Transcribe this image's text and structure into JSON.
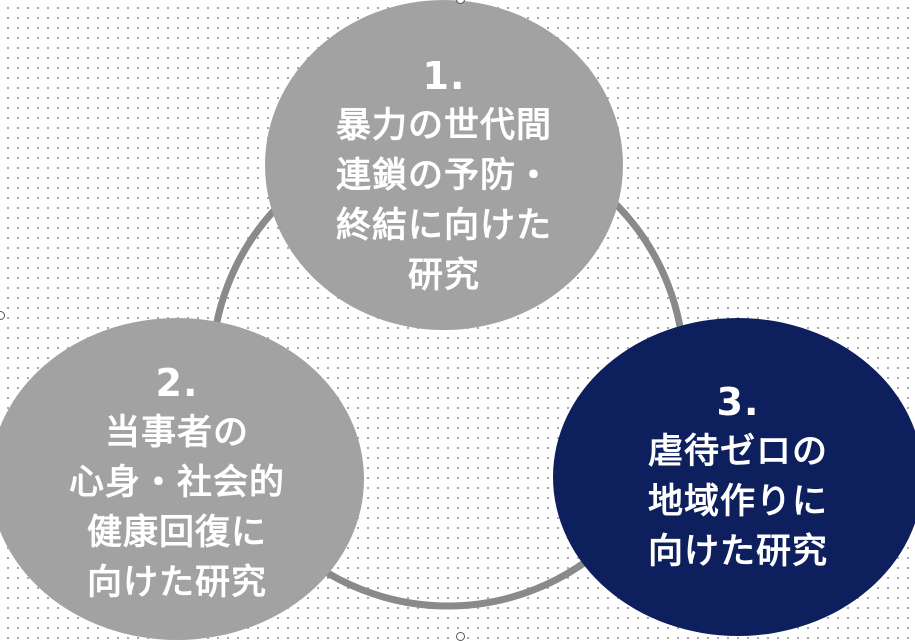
{
  "nodes": [
    {
      "number": "1.",
      "lines": [
        "暴力の世代間",
        "連鎖の予防・",
        "終結に向けた",
        "研究"
      ],
      "color": "#a2a2a2"
    },
    {
      "number": "2.",
      "lines": [
        "当事者の",
        "心身・社会的",
        "健康回復に",
        "向けた研究"
      ],
      "color": "#a2a2a2"
    },
    {
      "number": "3.",
      "lines": [
        "虐待ゼロの",
        "地域作りに",
        "向けた研究"
      ],
      "color": "#0d1f5c"
    }
  ],
  "ring_color": "#8a8a8a"
}
